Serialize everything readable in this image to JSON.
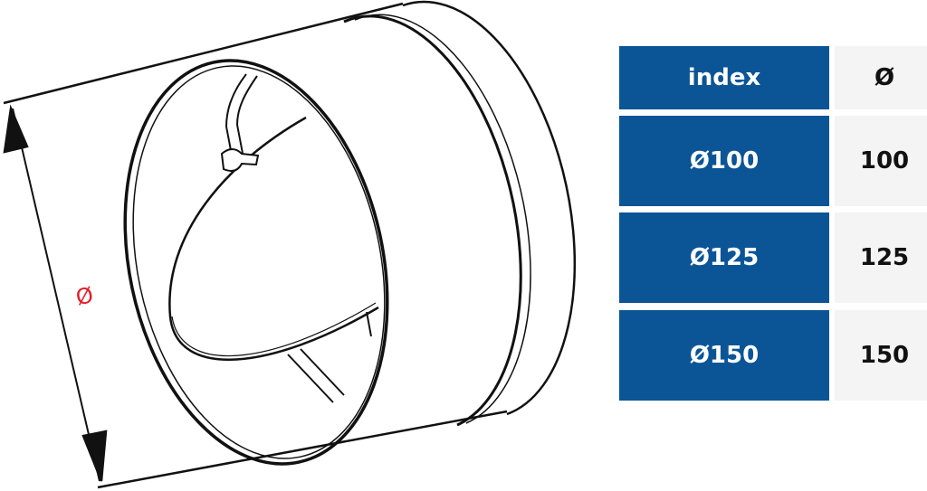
{
  "drawing": {
    "dimension_symbol": "Ø",
    "dimension_color": "#e0202a",
    "line_color": "#111111"
  },
  "table": {
    "header_color": "#0b5597",
    "value_bg": "#f4f4f4",
    "headers": {
      "index": "index",
      "diameter": "Ø"
    },
    "rows": [
      {
        "index": "Ø100",
        "diameter": "100"
      },
      {
        "index": "Ø125",
        "diameter": "125"
      },
      {
        "index": "Ø150",
        "diameter": "150"
      }
    ]
  }
}
